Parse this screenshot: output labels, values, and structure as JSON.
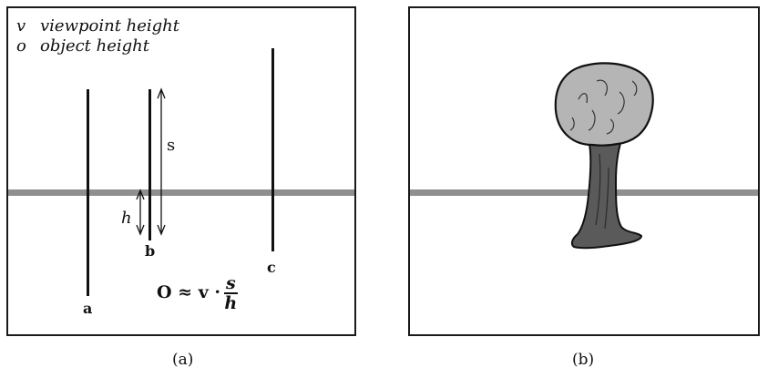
{
  "panel_a": {
    "legend": [
      {
        "symbol": "v",
        "text": "viewpoint height"
      },
      {
        "symbol": "o",
        "text": "object height"
      }
    ],
    "labels": {
      "a": "a",
      "b": "b",
      "c": "c",
      "s": "s",
      "h": "h"
    },
    "formula": {
      "lhs": "O ≈ v ·",
      "numerator": "s",
      "denominator": "h"
    },
    "caption": "(a)"
  },
  "panel_b": {
    "caption": "(b)"
  },
  "colors": {
    "horizon": "#8f8f8f",
    "tree_crown": "#b5b5b5",
    "tree_trunk": "#5a5a5a",
    "outline": "#111111"
  }
}
